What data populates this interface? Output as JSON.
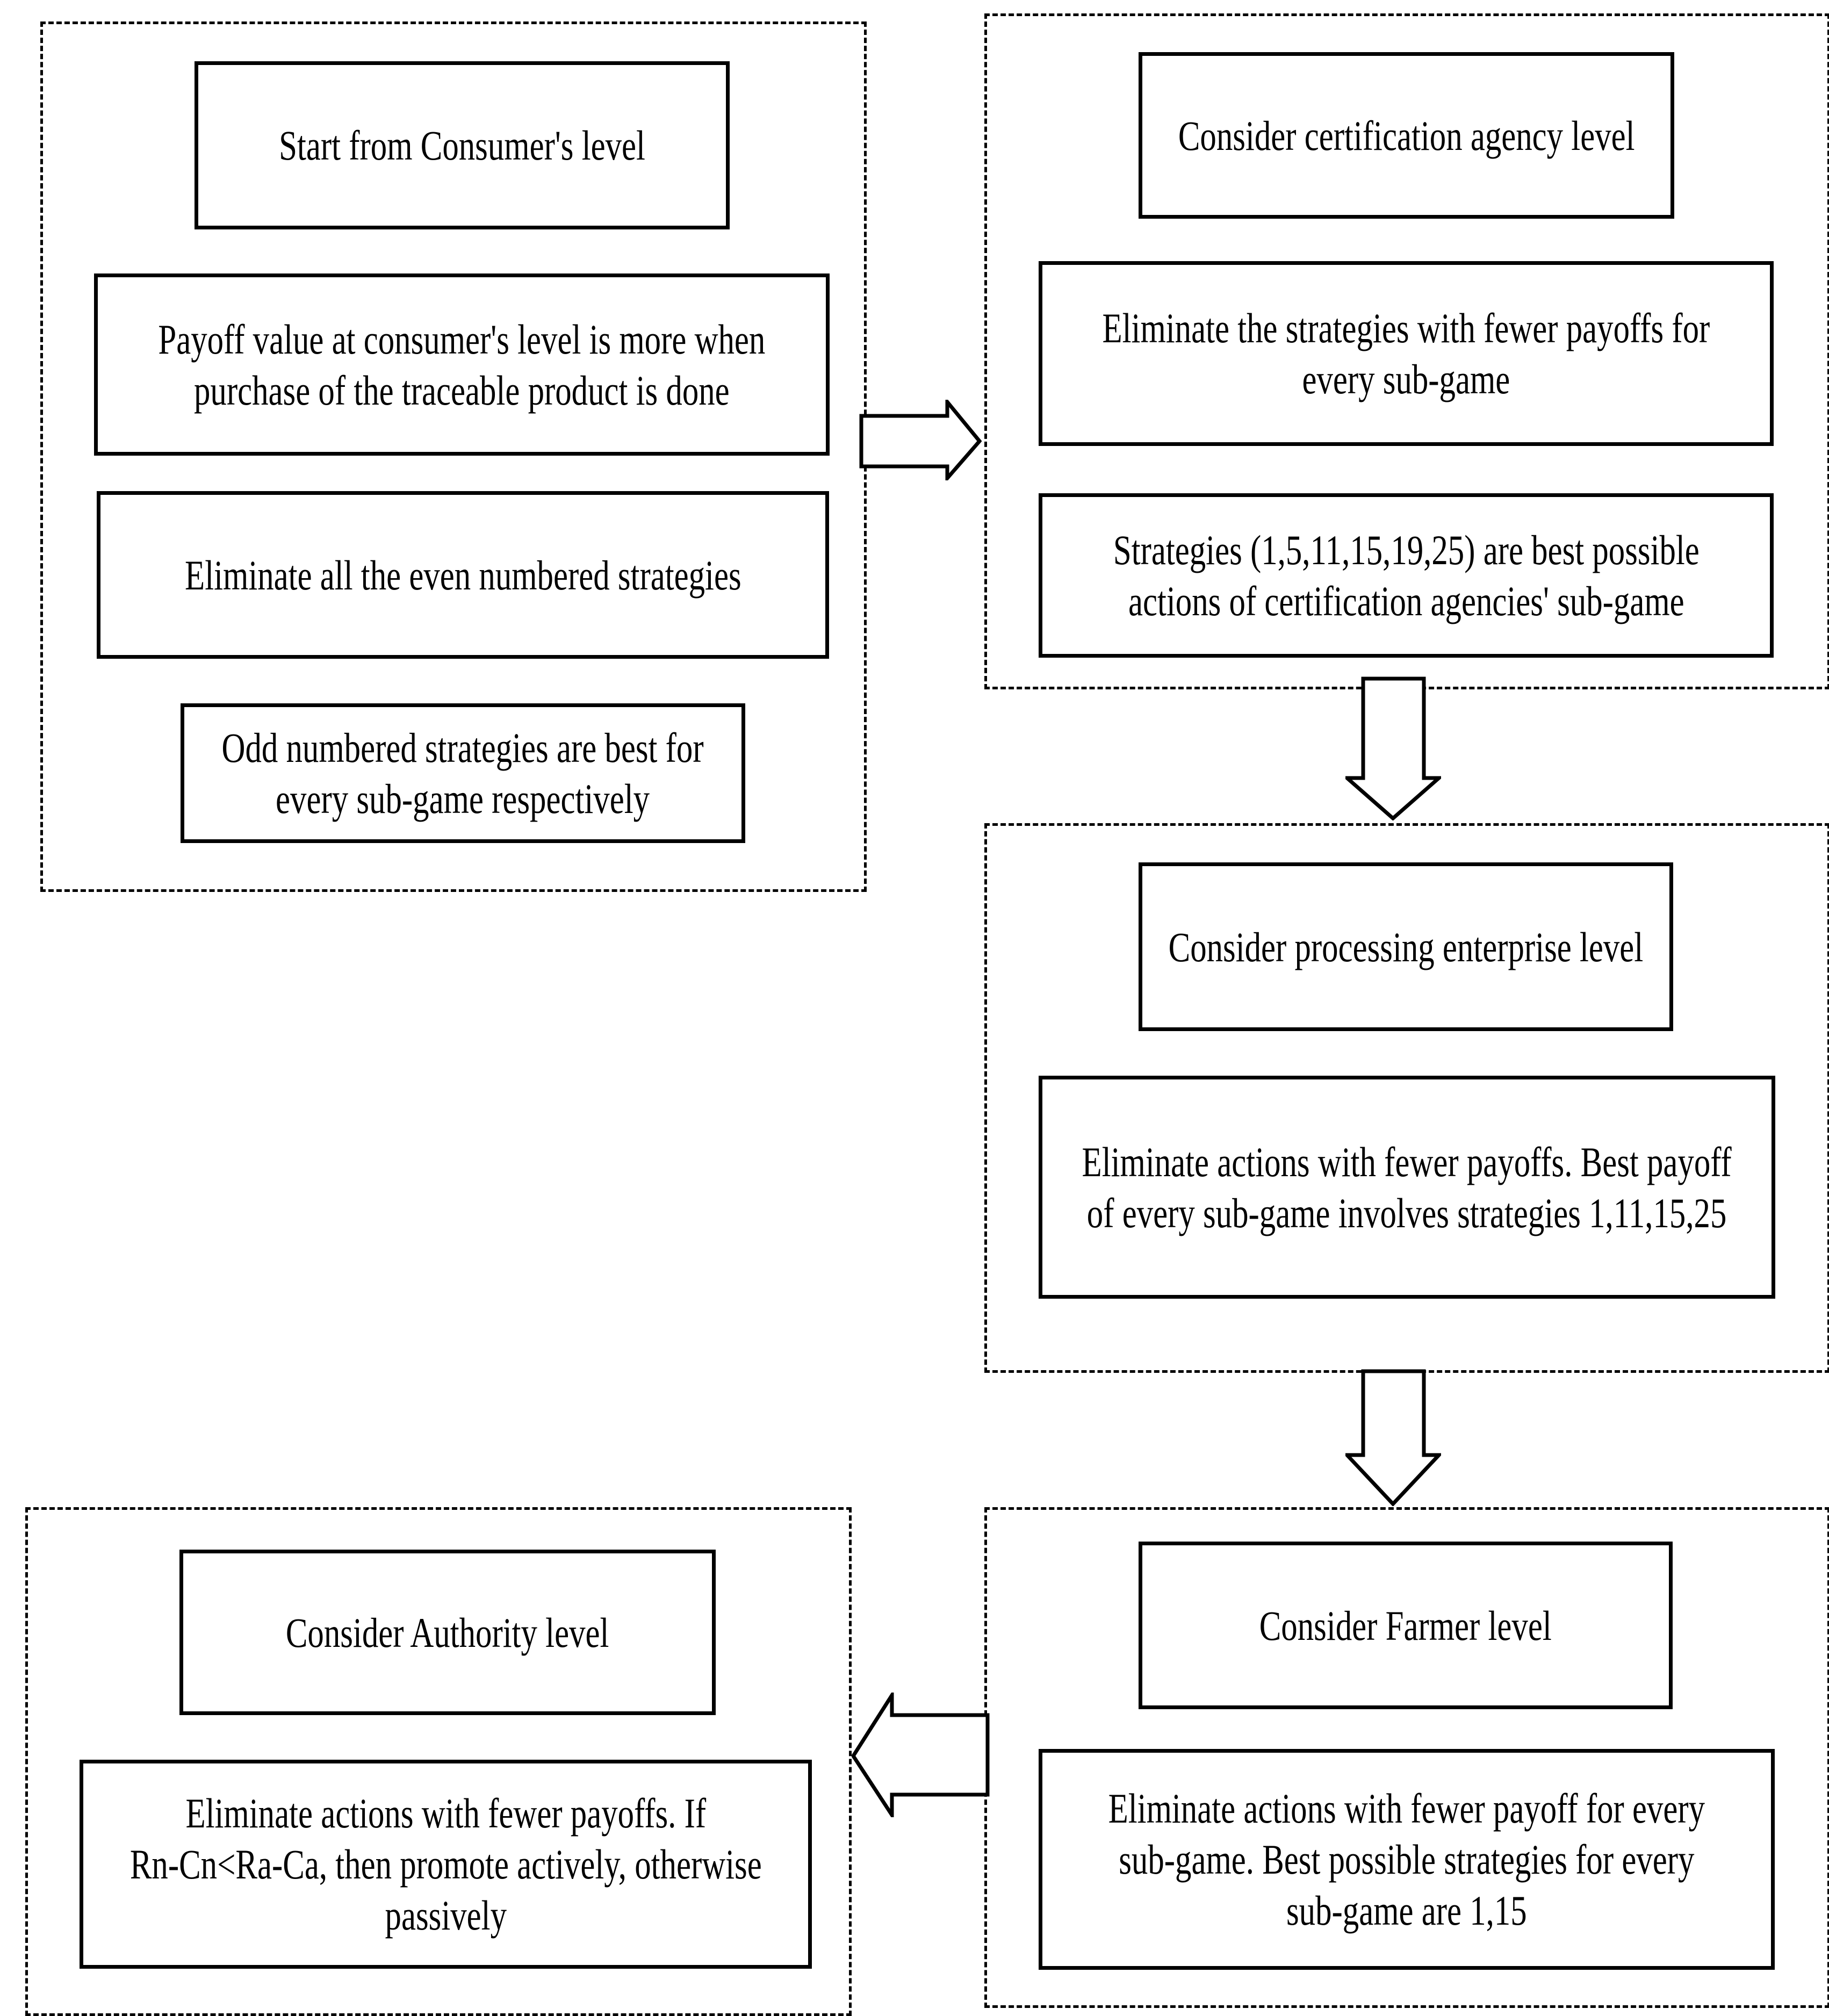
{
  "colors": {
    "background": "#ffffff",
    "line": "#000000",
    "text": "#000000"
  },
  "flowchart": {
    "stages": {
      "consumer": {
        "title": "Start from Consumer's level",
        "steps": [
          "Payoff value at consumer's level is more when\npurchase of the traceable product is done",
          "Eliminate all the even numbered strategies",
          "Odd numbered strategies are best for\nevery sub-game respectively"
        ]
      },
      "certification": {
        "title": "Consider certification agency level",
        "steps": [
          "Eliminate the strategies with fewer payoffs for\nevery sub-game",
          "Strategies (1,5,11,15,19,25) are best possible\nactions of certification agencies' sub-game"
        ]
      },
      "processing": {
        "title": "Consider processing enterprise level",
        "steps": [
          "Eliminate actions with fewer payoffs. Best payoff\nof every sub-game involves strategies 1,11,15,25"
        ]
      },
      "farmer": {
        "title": "Consider Farmer level",
        "steps": [
          "Eliminate actions with fewer payoff for every\nsub-game. Best possible strategies for every\nsub-game are 1,15"
        ]
      },
      "authority": {
        "title": "Consider Authority level",
        "steps": [
          "Eliminate actions with fewer payoffs. If\nRn-Cn<Ra-Ca, then promote actively, otherwise\npassively"
        ]
      }
    },
    "connectors": [
      {
        "from": "consumer",
        "to": "certification",
        "direction": "right"
      },
      {
        "from": "certification",
        "to": "processing",
        "direction": "down"
      },
      {
        "from": "processing",
        "to": "farmer",
        "direction": "down"
      },
      {
        "from": "farmer",
        "to": "authority",
        "direction": "left"
      }
    ]
  }
}
